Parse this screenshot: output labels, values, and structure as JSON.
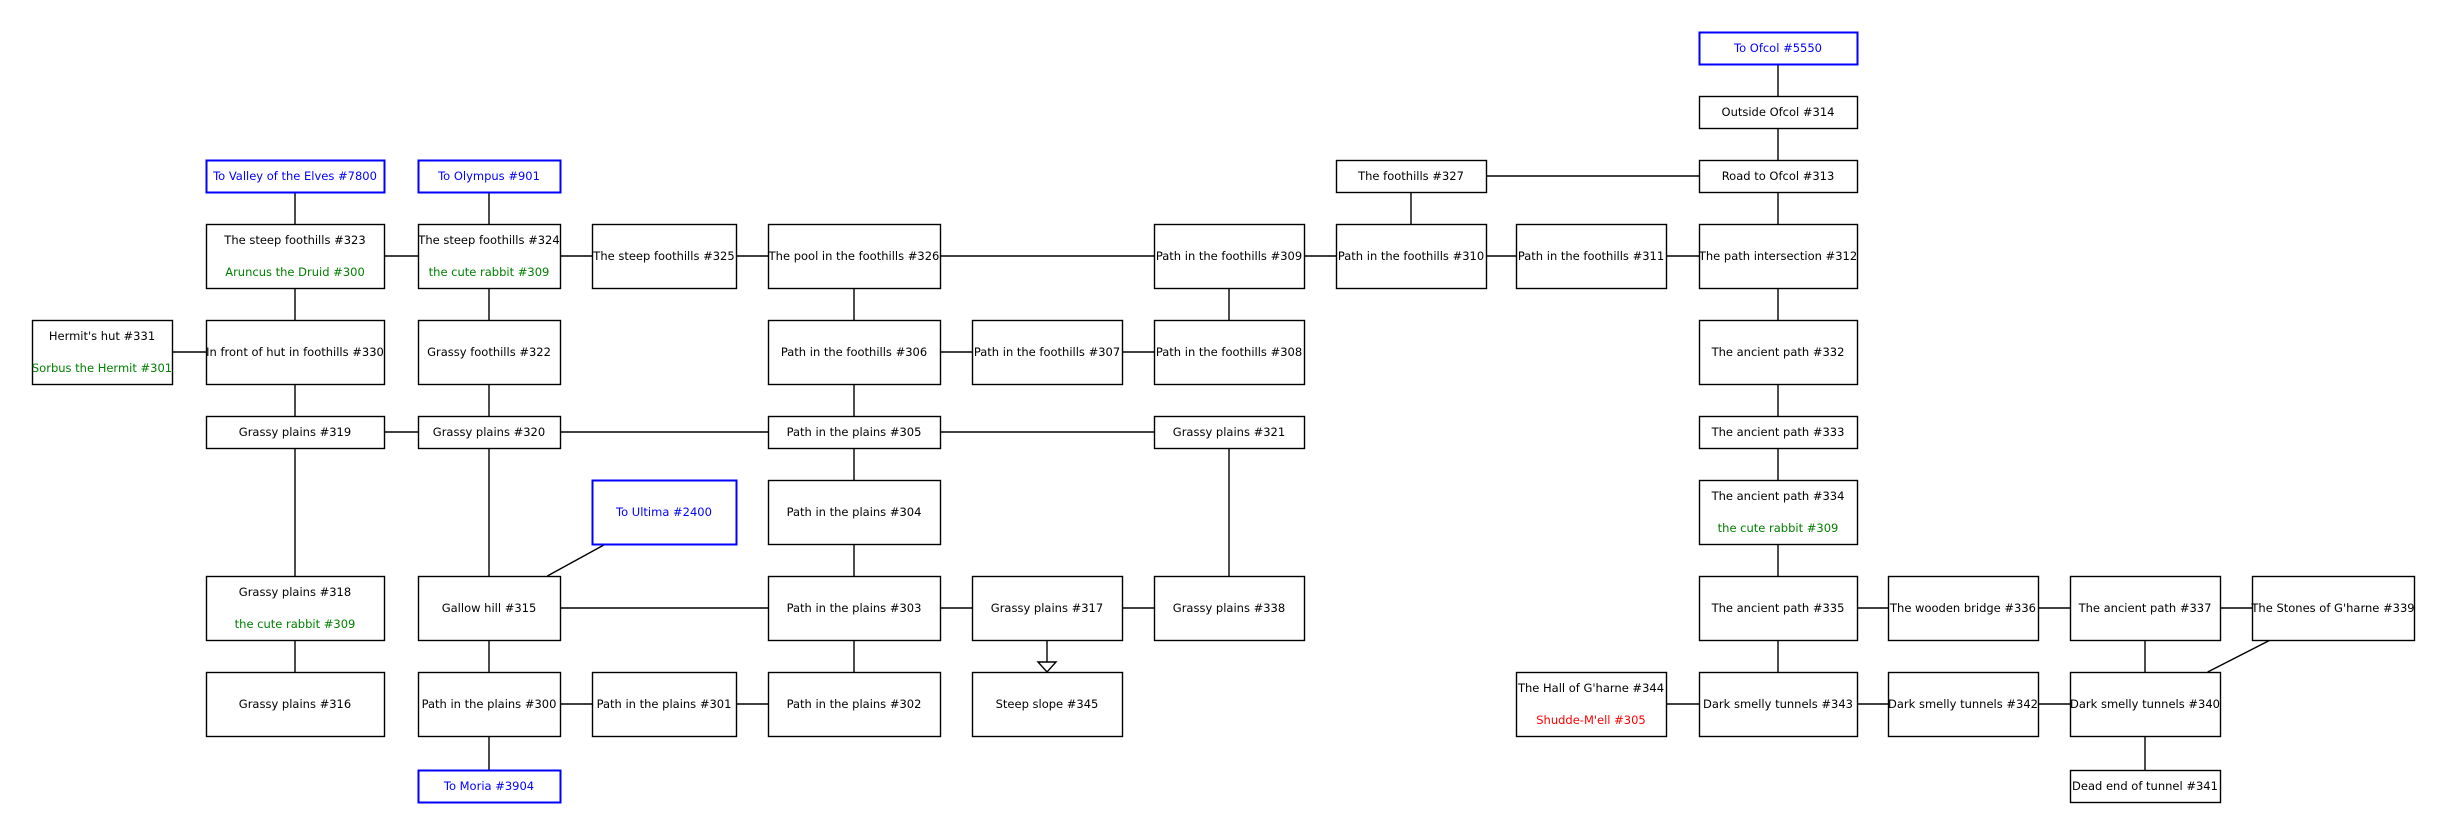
{
  "colors": {
    "room_border": "#000000",
    "room_text": "#000000",
    "exit_border": "#0000ff",
    "exit_text": "#0000ff",
    "friendly_mob": "#008000",
    "hostile_mob": "#ff0000",
    "connection": "#000000"
  },
  "rooms": [
    {
      "id": "r5550",
      "label": "To Ofcol #5550",
      "kind": "exit"
    },
    {
      "id": "r314",
      "label": "Outside Ofcol #314"
    },
    {
      "id": "r327",
      "label": "The foothills #327"
    },
    {
      "id": "r313",
      "label": "Road to Ofcol #313"
    },
    {
      "id": "r7800",
      "label": "To Valley of the Elves #7800",
      "kind": "exit"
    },
    {
      "id": "r901",
      "label": "To Olympus #901",
      "kind": "exit"
    },
    {
      "id": "r323",
      "label": "The steep foothills #323",
      "mob": "Aruncus the Druid #300"
    },
    {
      "id": "r324",
      "label": "The steep foothills #324",
      "mob": "the cute rabbit #309"
    },
    {
      "id": "r325",
      "label": "The steep foothills #325"
    },
    {
      "id": "r326",
      "label": "The pool in the foothills #326"
    },
    {
      "id": "r309",
      "label": "Path in the foothills #309"
    },
    {
      "id": "r310",
      "label": "Path in the foothills #310"
    },
    {
      "id": "r311",
      "label": "Path in the foothills #311"
    },
    {
      "id": "r312",
      "label": "The path intersection #312"
    },
    {
      "id": "r331",
      "label": "Hermit's hut #331",
      "mob": "Sorbus the Hermit #301"
    },
    {
      "id": "r330",
      "label": "In front of hut in foothills #330"
    },
    {
      "id": "r322",
      "label": "Grassy foothills #322"
    },
    {
      "id": "r306",
      "label": "Path in the foothills #306"
    },
    {
      "id": "r307",
      "label": "Path in the foothills #307"
    },
    {
      "id": "r308",
      "label": "Path in the foothills #308"
    },
    {
      "id": "r332",
      "label": "The ancient path #332"
    },
    {
      "id": "r319",
      "label": "Grassy plains #319"
    },
    {
      "id": "r320",
      "label": "Grassy plains #320"
    },
    {
      "id": "r305",
      "label": "Path in the plains #305"
    },
    {
      "id": "r321",
      "label": "Grassy plains #321"
    },
    {
      "id": "r333",
      "label": "The ancient path #333"
    },
    {
      "id": "r2400",
      "label": "To Ultima #2400",
      "kind": "exit"
    },
    {
      "id": "r304",
      "label": "Path in the plains #304"
    },
    {
      "id": "r334",
      "label": "The ancient path #334",
      "mob": "the cute rabbit #309"
    },
    {
      "id": "r318",
      "label": "Grassy plains #318",
      "mob": "the cute rabbit #309"
    },
    {
      "id": "r315",
      "label": "Gallow hill #315"
    },
    {
      "id": "r303",
      "label": "Path in the plains #303"
    },
    {
      "id": "r317",
      "label": "Grassy plains #317"
    },
    {
      "id": "r338",
      "label": "Grassy plains #338"
    },
    {
      "id": "r335",
      "label": "The ancient path #335"
    },
    {
      "id": "r336",
      "label": "The wooden bridge #336"
    },
    {
      "id": "r337",
      "label": "The ancient path #337"
    },
    {
      "id": "r339",
      "label": "The Stones of G'harne #339"
    },
    {
      "id": "r316",
      "label": "Grassy plains #316"
    },
    {
      "id": "r300",
      "label": "Path in the plains #300"
    },
    {
      "id": "r301",
      "label": "Path in the plains #301"
    },
    {
      "id": "r302",
      "label": "Path in the plains #302"
    },
    {
      "id": "r345",
      "label": "Steep slope #345"
    },
    {
      "id": "r344",
      "label": "The Hall of G'harne #344",
      "mob": "Shudde-M'ell #305",
      "mob_hostile": true
    },
    {
      "id": "r343",
      "label": "Dark smelly tunnels #343"
    },
    {
      "id": "r342",
      "label": "Dark smelly tunnels #342"
    },
    {
      "id": "r340",
      "label": "Dark smelly tunnels #340"
    },
    {
      "id": "r3904",
      "label": "To Moria #3904",
      "kind": "exit"
    },
    {
      "id": "r341",
      "label": "Dead end of tunnel #341"
    }
  ],
  "connections": [
    [
      "r5550",
      "r314"
    ],
    [
      "r314",
      "r313"
    ],
    [
      "r327",
      "r313"
    ],
    [
      "r327",
      "r310"
    ],
    [
      "r313",
      "r312"
    ],
    [
      "r7800",
      "r323"
    ],
    [
      "r901",
      "r324"
    ],
    [
      "r323",
      "r324"
    ],
    [
      "r324",
      "r325"
    ],
    [
      "r325",
      "r326"
    ],
    [
      "r326",
      "r309"
    ],
    [
      "r309",
      "r310"
    ],
    [
      "r310",
      "r311"
    ],
    [
      "r311",
      "r312"
    ],
    [
      "r323",
      "r330"
    ],
    [
      "r324",
      "r322"
    ],
    [
      "r326",
      "r306"
    ],
    [
      "r309",
      "r308"
    ],
    [
      "r312",
      "r332"
    ],
    [
      "r331",
      "r330"
    ],
    [
      "r306",
      "r307"
    ],
    [
      "r307",
      "r308"
    ],
    [
      "r330",
      "r319"
    ],
    [
      "r322",
      "r320"
    ],
    [
      "r306",
      "r305"
    ],
    [
      "r332",
      "r333"
    ],
    [
      "r319",
      "r320"
    ],
    [
      "r320",
      "r305"
    ],
    [
      "r305",
      "r321"
    ],
    [
      "r333",
      "r334"
    ],
    [
      "r305",
      "r304"
    ],
    [
      "r304",
      "r303"
    ],
    [
      "r334",
      "r335"
    ],
    [
      "r319",
      "r318"
    ],
    [
      "r320",
      "r315"
    ],
    [
      "r321",
      "r338"
    ],
    [
      "r2400",
      "r315"
    ],
    [
      "r315",
      "r303"
    ],
    [
      "r303",
      "r317"
    ],
    [
      "r317",
      "r338"
    ],
    [
      "r335",
      "r336"
    ],
    [
      "r336",
      "r337"
    ],
    [
      "r337",
      "r339"
    ],
    [
      "r318",
      "r316"
    ],
    [
      "r315",
      "r300"
    ],
    [
      "r300",
      "r301"
    ],
    [
      "r301",
      "r302"
    ],
    [
      "r303",
      "r302"
    ],
    [
      "r300",
      "r3904"
    ],
    [
      "r344",
      "r343"
    ],
    [
      "r343",
      "r335"
    ],
    [
      "r343",
      "r342"
    ],
    [
      "r342",
      "r340"
    ],
    [
      "r340",
      "r337"
    ],
    [
      "r340",
      "r339"
    ],
    [
      "r340",
      "r341"
    ]
  ],
  "one_way": [
    [
      "r317",
      "r345"
    ]
  ]
}
